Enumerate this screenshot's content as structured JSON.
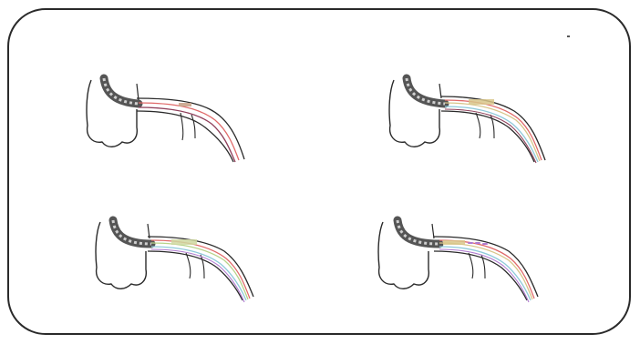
{
  "figures": [
    {
      "id": "panel-1",
      "wires": [
        "#e06a6a",
        "#8f3f5a"
      ],
      "band": "#c9a38a"
    },
    {
      "id": "panel-2",
      "wires": [
        "#e06a6a",
        "#d8c58a",
        "#8ec9da",
        "#8f3f5a"
      ],
      "band": "#d8c58a"
    },
    {
      "id": "panel-3",
      "wires": [
        "#e06a6a",
        "#b8d38a",
        "#8ec9da",
        "#b07ad0"
      ],
      "band": "#cfd8a0"
    },
    {
      "id": "panel-4",
      "wires": [
        "#e06a6a",
        "#d8c58a",
        "#8ec9da",
        "#b07ad0"
      ],
      "band": "#d8c58a"
    }
  ],
  "colors": {
    "outline": "#2a2a2a",
    "catheter_dark": "#555555",
    "catheter_light": "#cfcfcf"
  }
}
